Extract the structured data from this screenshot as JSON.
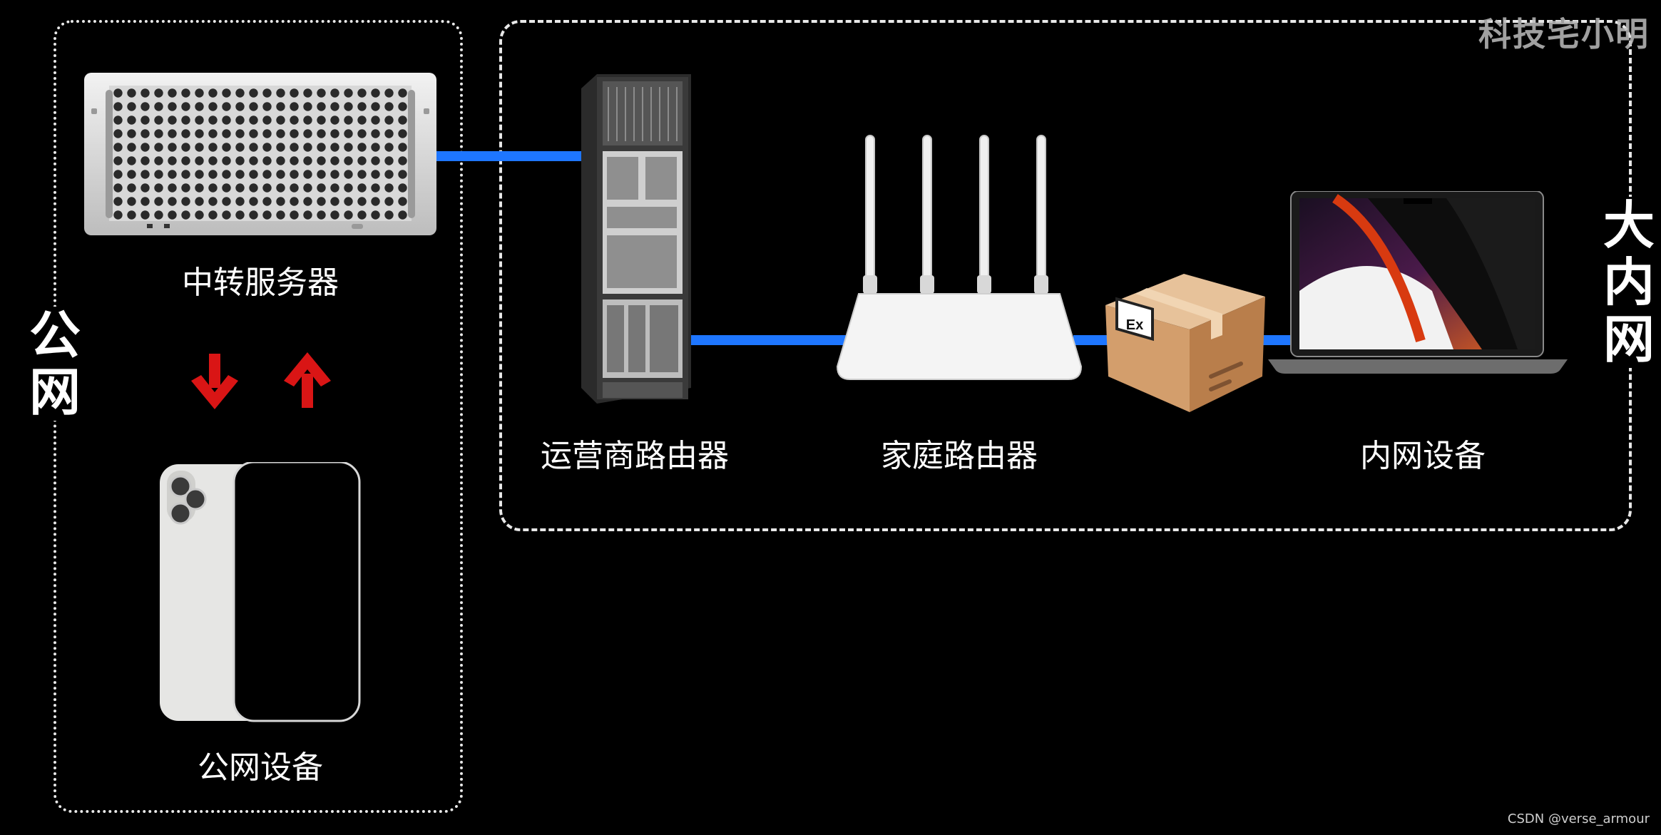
{
  "zones": {
    "public_label": "公网",
    "intranet_label": "大内网"
  },
  "devices": {
    "relay_server": "中转服务器",
    "isp_router": "运营商路由器",
    "home_router": "家庭路由器",
    "intranet_device": "内网设备",
    "public_device": "公网设备"
  },
  "package_label": "Ex",
  "watermark": "科技宅小明",
  "credit": "CSDN @verse_armour",
  "icons": {
    "server": "server-icon",
    "rack": "network-rack-icon",
    "router": "wifi-router-icon",
    "package": "package-box-icon",
    "laptop": "laptop-icon",
    "phone": "smartphone-icon",
    "arrow_down": "arrow-down-icon",
    "arrow_up": "arrow-up-icon"
  },
  "colors": {
    "background": "#000000",
    "link": "#1e76ff",
    "arrows": "#e01818",
    "text": "#ffffff"
  }
}
